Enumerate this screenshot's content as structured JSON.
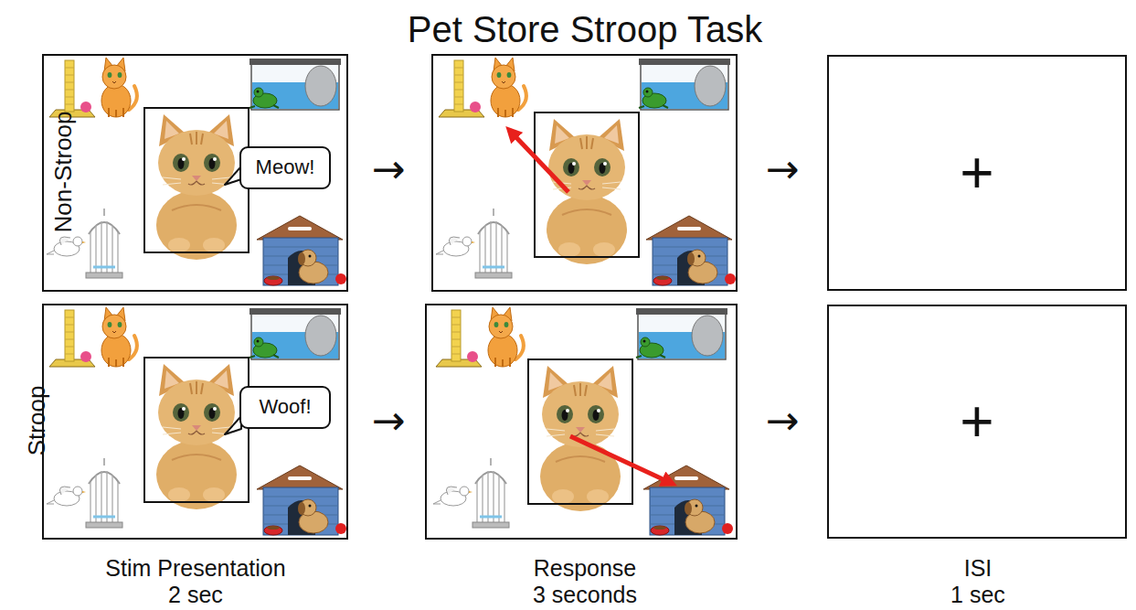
{
  "diagram": {
    "title": "Pet Store Stroop Task",
    "nodes": [
      {
        "text": [
          "Meow!"
        ]
      },
      {
        "text": [
          "+"
        ]
      },
      {
        "text": [
          "Woof!"
        ]
      },
      {
        "text": [
          "+"
        ]
      }
    ],
    "labels": [
      "Non-Stroop",
      "→",
      "→",
      "Stroop",
      "→",
      "→",
      "Stim Presentation",
      "2 sec",
      "Response",
      "3 seconds",
      "ISI",
      "1 sec"
    ]
  }
}
